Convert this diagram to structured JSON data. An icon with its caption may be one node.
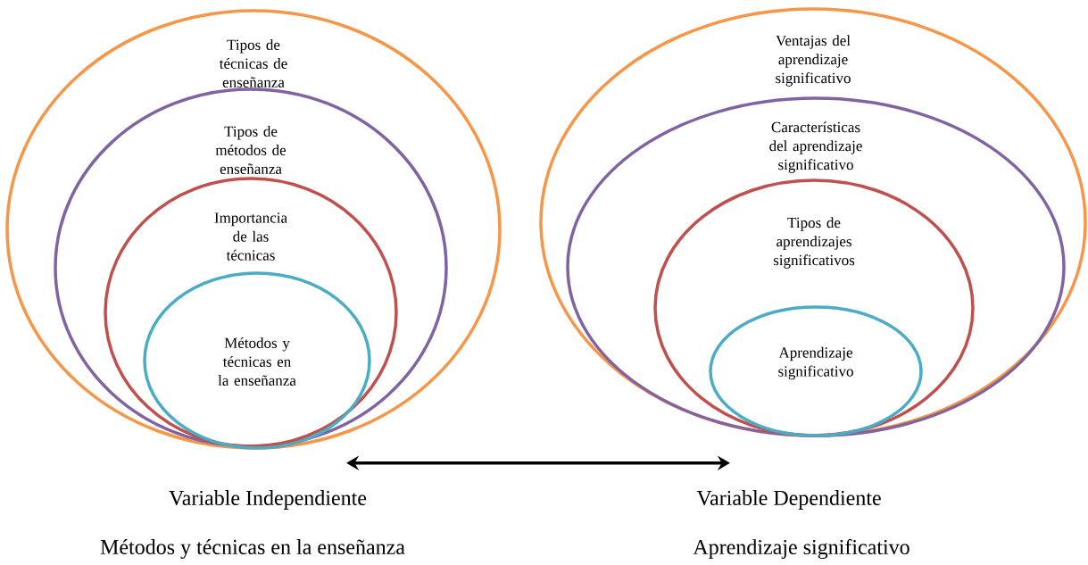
{
  "diagram": {
    "nodes": [
      {
        "text": [
          "Tipos de técnicas de enseñanza"
        ]
      },
      {
        "text": [
          "Tipos de métodos de enseñanza"
        ],
        "in": 0
      },
      {
        "text": [
          "Importancia de las técnicas"
        ],
        "in": 1
      },
      {
        "text": [
          "Métodos y técnicas en la enseñanza"
        ],
        "in": 2
      },
      {
        "text": [
          "Ventajas del aprendizaje significativo"
        ]
      },
      {
        "text": [
          "Características del aprendizaje significativo"
        ],
        "in": 4
      },
      {
        "text": [
          "Tipos de aprendizajes significativos"
        ],
        "in": 5
      },
      {
        "text": [
          "Aprendizaje significativo"
        ],
        "in": 6
      }
    ],
    "edges": [
      {
        "from": 0,
        "to": 4,
        "arrow": "both"
      }
    ],
    "labels": [
      "Variable Independiente",
      "Variable Dependiente",
      "Métodos y técnicas en la enseñanza",
      "Aprendizaje significativo"
    ]
  }
}
